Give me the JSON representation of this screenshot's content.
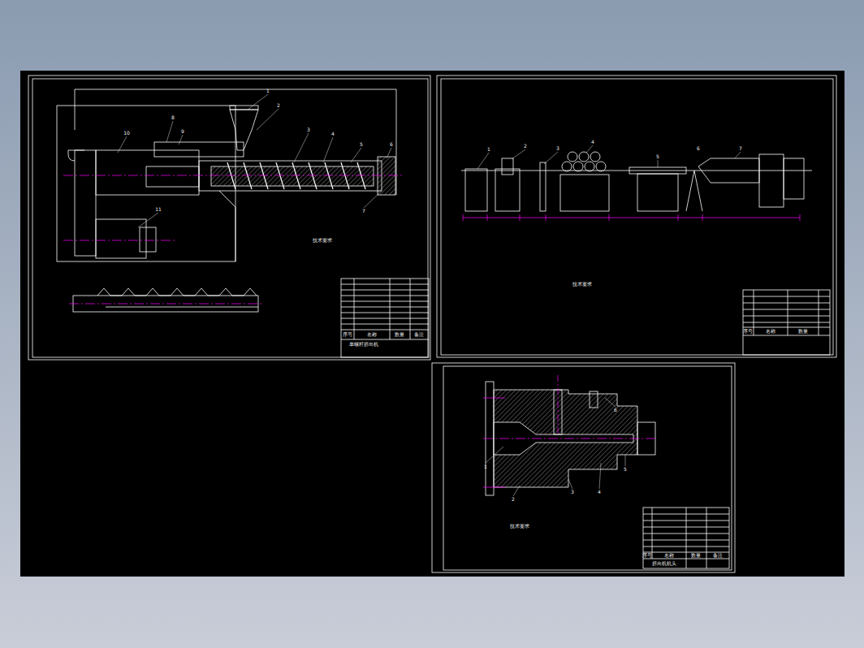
{
  "diagram": {
    "labels": [
      "1",
      "2",
      "3",
      "4",
      "5",
      "6",
      "7",
      "8",
      "9",
      "10",
      "11",
      "技术要求",
      "单螺杆挤出机",
      "序号",
      "名称",
      "数量",
      "备注",
      "1",
      "2",
      "3",
      "4",
      "5",
      "6",
      "7",
      "技术要求",
      "序号",
      "名称",
      "数量",
      "1",
      "2",
      "3",
      "4",
      "5",
      "6",
      "技术要求",
      "挤出机机头",
      "序号",
      "名称",
      "数量",
      "备注"
    ]
  }
}
